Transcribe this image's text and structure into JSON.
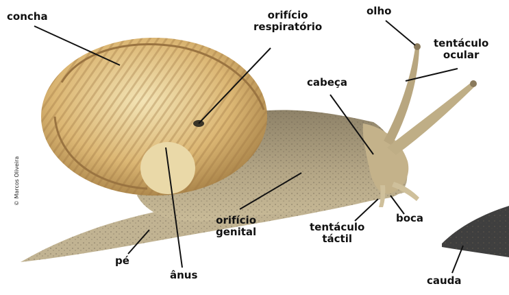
{
  "labels": {
    "concha": "concha",
    "orificio_respiratorio_1": "orifício",
    "orificio_respiratorio_2": "respiratório",
    "olho": "olho",
    "tentaculo_ocular_1": "tentáculo",
    "tentaculo_ocular_2": "ocular",
    "cabeca": "cabeça",
    "orificio_genital_1": "orifício",
    "orificio_genital_2": "genital",
    "tentaculo_tactil_1": "tentáculo",
    "tentaculo_tactil_2": "táctil",
    "boca": "boca",
    "pe": "pé",
    "anus": "ânus",
    "cauda": "cauda"
  },
  "credit": "© Marcos Oliveira",
  "colors": {
    "shell_light": "#f1dfa6",
    "shell_mid": "#d9b26a",
    "shell_dark": "#8b6a3a",
    "body": "#a8997a",
    "body_dark": "#6d6150",
    "tail": "#3f3f3f",
    "line": "#111111"
  }
}
